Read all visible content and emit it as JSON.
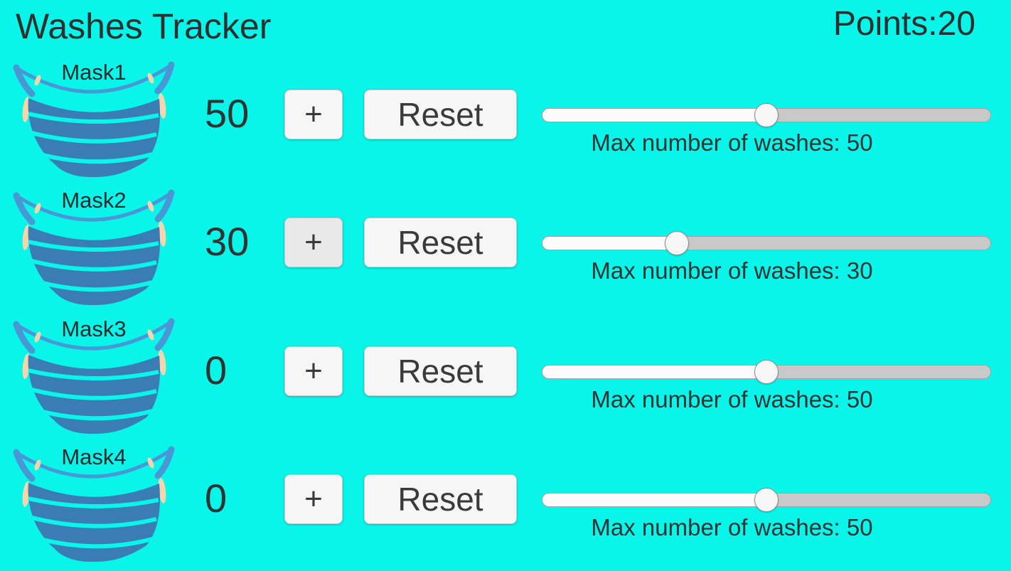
{
  "app": {
    "title": "Washes Tracker",
    "points_text": "Points:20"
  },
  "colors": {
    "background": "#0af5ea",
    "text": "#2f2f2f",
    "mask_body": "#3a7db4",
    "mask_rim": "#4898d6",
    "mask_skin": "#f3d6ac",
    "button_background": "#f6f6f6",
    "button_pressed_background": "#e9e9e9",
    "slider_track": "#c9c9c9",
    "slider_fill": "#fbfbfb"
  },
  "icons": {
    "mask": "face-mask-icon"
  },
  "slider_range": {
    "min": 0,
    "max": 100
  },
  "masks": [
    {
      "label": "Mask1",
      "count": "50",
      "plus_label": "+",
      "reset_label": "Reset",
      "max_washes": 50,
      "max_label": "Max number of washes: 50",
      "plus_pressed": false
    },
    {
      "label": "Mask2",
      "count": "30",
      "plus_label": "+",
      "reset_label": "Reset",
      "max_washes": 30,
      "max_label": "Max number of washes: 30",
      "plus_pressed": true
    },
    {
      "label": "Mask3",
      "count": "0",
      "plus_label": "+",
      "reset_label": "Reset",
      "max_washes": 50,
      "max_label": "Max number of washes: 50",
      "plus_pressed": false
    },
    {
      "label": "Mask4",
      "count": "0",
      "plus_label": "+",
      "reset_label": "Reset",
      "max_washes": 50,
      "max_label": "Max number of washes: 50",
      "plus_pressed": false
    }
  ]
}
